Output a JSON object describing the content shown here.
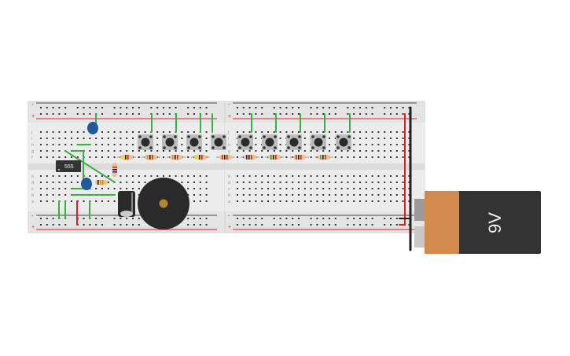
{
  "breadboards": {
    "rail_minus": "-",
    "rail_plus": "+",
    "rows_top": [
      "j",
      "i",
      "h",
      "g",
      "f"
    ],
    "rows_bottom": [
      "e",
      "d",
      "c",
      "b",
      "a"
    ]
  },
  "chip": {
    "label": "555"
  },
  "battery": {
    "label": "9V",
    "body_color": "#333333",
    "cap_color": "#d28a4f"
  },
  "colors": {
    "wire_green": "#3cb043",
    "wire_red": "#e02020",
    "wire_black": "#222222",
    "board": "#e6e6e6"
  }
}
